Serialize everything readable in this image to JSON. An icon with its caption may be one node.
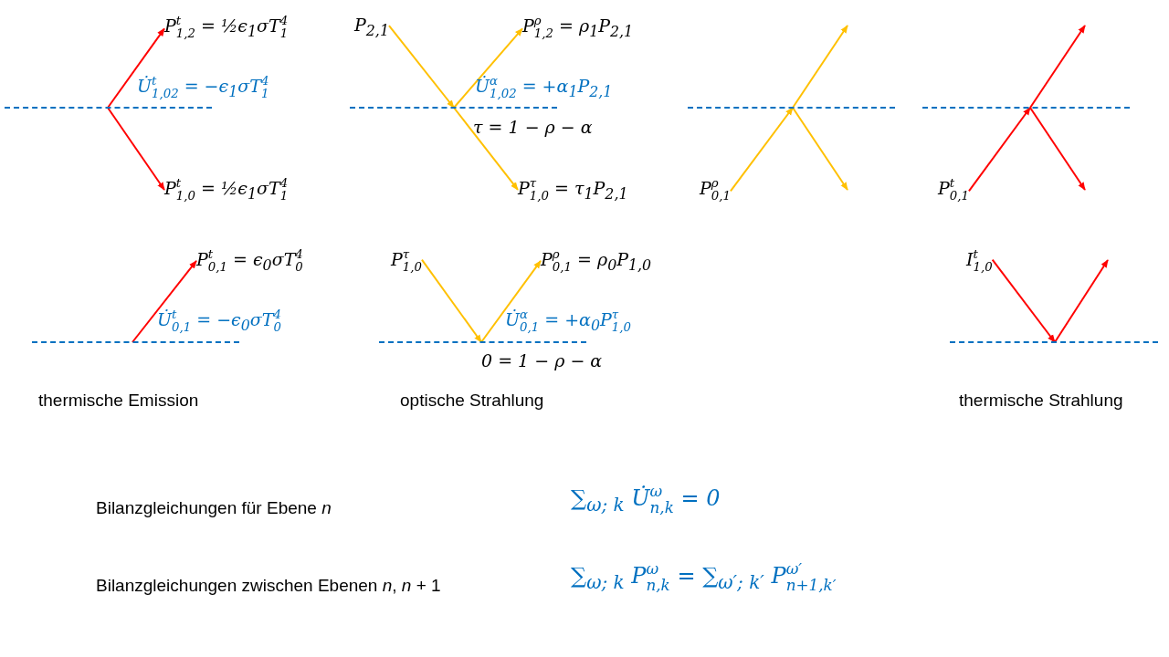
{
  "diagram": {
    "nodes": [
      {
        "text": [
          "P$^{t}$$_{1,2}$ = ½ϵ$_{1}$σT$_{1}$$^{4}$"
        ]
      },
      {
        "text": [
          "P$_{2,1}$"
        ]
      },
      {
        "text": [
          "P$^{ρ}$$_{1,2}$ = ρ$_{1}$P$_{2,1}$"
        ]
      },
      {
        "text": [],
        "shape": "line"
      },
      {
        "text": [],
        "shape": "line"
      },
      {
        "text": [],
        "shape": "line"
      },
      {
        "text": [],
        "shape": "line"
      },
      {
        "text": [
          "P$^{t}$$_{1,0}$ = ½ϵ$_{1}$σT$_{1}$$^{4}$"
        ]
      },
      {
        "text": [
          "P$^{τ}$$_{1,0}$ = τ$_{1}$P$_{2,1}$"
        ]
      },
      {
        "text": [
          "P$^{ρ}$$_{0,1}$"
        ]
      },
      {
        "text": [
          "P$^{t}$$_{0,1}$"
        ]
      },
      {
        "text": [
          "P$^{t}$$_{0,1}$ = ϵ$_{0}$σT$_{0}$$^{4}$"
        ]
      },
      {
        "text": [
          "P$^{τ}$$_{1,0}$"
        ]
      },
      {
        "text": [
          "P$^{ρ}$$_{0,1}$ = ρ$_{0}$P$_{1,0}$"
        ]
      },
      {
        "text": [
          "I$^{t}$$_{1,0}$"
        ]
      },
      {
        "text": [],
        "shape": "line"
      },
      {
        "text": [],
        "shape": "line"
      },
      {
        "text": [],
        "shape": "line"
      }
    ],
    "edges": [
      {
        "from": 3,
        "to": 0,
        "arrow": "to",
        "color": "#ff0000"
      },
      {
        "from": 3,
        "to": 7,
        "arrow": "to",
        "color": "#ff0000"
      },
      {
        "from": 1,
        "to": 4,
        "arrow": "to",
        "color": "#ffc000"
      },
      {
        "from": 4,
        "to": 2,
        "arrow": "to",
        "color": "#ffc000"
      },
      {
        "from": 4,
        "to": 8,
        "arrow": "to",
        "color": "#ffc000"
      },
      {
        "from": 9,
        "to": 5,
        "arrow": "to",
        "color": "#ffc000"
      },
      {
        "from": 5,
        "to": null,
        "arrow": "to",
        "color": "#ffc000"
      },
      {
        "from": 5,
        "to": null,
        "arrow": "to",
        "color": "#ffc000"
      },
      {
        "from": 10,
        "to": 6,
        "arrow": "to",
        "color": "#ff0000"
      },
      {
        "from": 6,
        "to": null,
        "arrow": "to",
        "color": "#ff0000"
      },
      {
        "from": 6,
        "to": null,
        "arrow": "to",
        "color": "#ff0000"
      },
      {
        "from": 15,
        "to": 11,
        "arrow": "to",
        "color": "#ff0000"
      },
      {
        "from": 12,
        "to": 16,
        "arrow": "to",
        "color": "#ffc000"
      },
      {
        "from": 16,
        "to": 13,
        "arrow": "to",
        "color": "#ffc000"
      },
      {
        "from": 14,
        "to": 17,
        "arrow": "to",
        "color": "#ff0000"
      },
      {
        "from": 17,
        "to": null,
        "arrow": "to",
        "color": "#ff0000"
      }
    ],
    "labels": [
      "U̇$^{t}$$_{1,02}$ = −ϵ$_{1}$σT$_{1}$$^{4}$",
      "U̇$^{α}$$_{1,02}$ = +α$_{1}$P$_{2,1}$",
      "τ = 1 − ρ − α",
      "U̇$^{t}$$_{0,1}$ = −ϵ$_{0}$σT$_{0}$$^{4}$",
      "U̇$^{α}$$_{0,1}$ = +α$_{0}$P$^{τ}$$_{1,0}$",
      "0 = 1 − ρ − α",
      "thermische Emission",
      "optische Strahlung",
      "thermische Strahlung",
      "Bilanzgleichungen für Ebene *n*",
      "∑$_{ω; k}$ U̇$^{ω}$$_{n,k}$ = 0",
      "Bilanzgleichungen zwischen Ebenen *n*, *n* + 1",
      "∑$_{ω; k}$ P$^{ω}$$_{n,k}$ = ∑$_{ω′; k′}$ P$^{ω′}$$_{n+1,k′}$"
    ]
  }
}
